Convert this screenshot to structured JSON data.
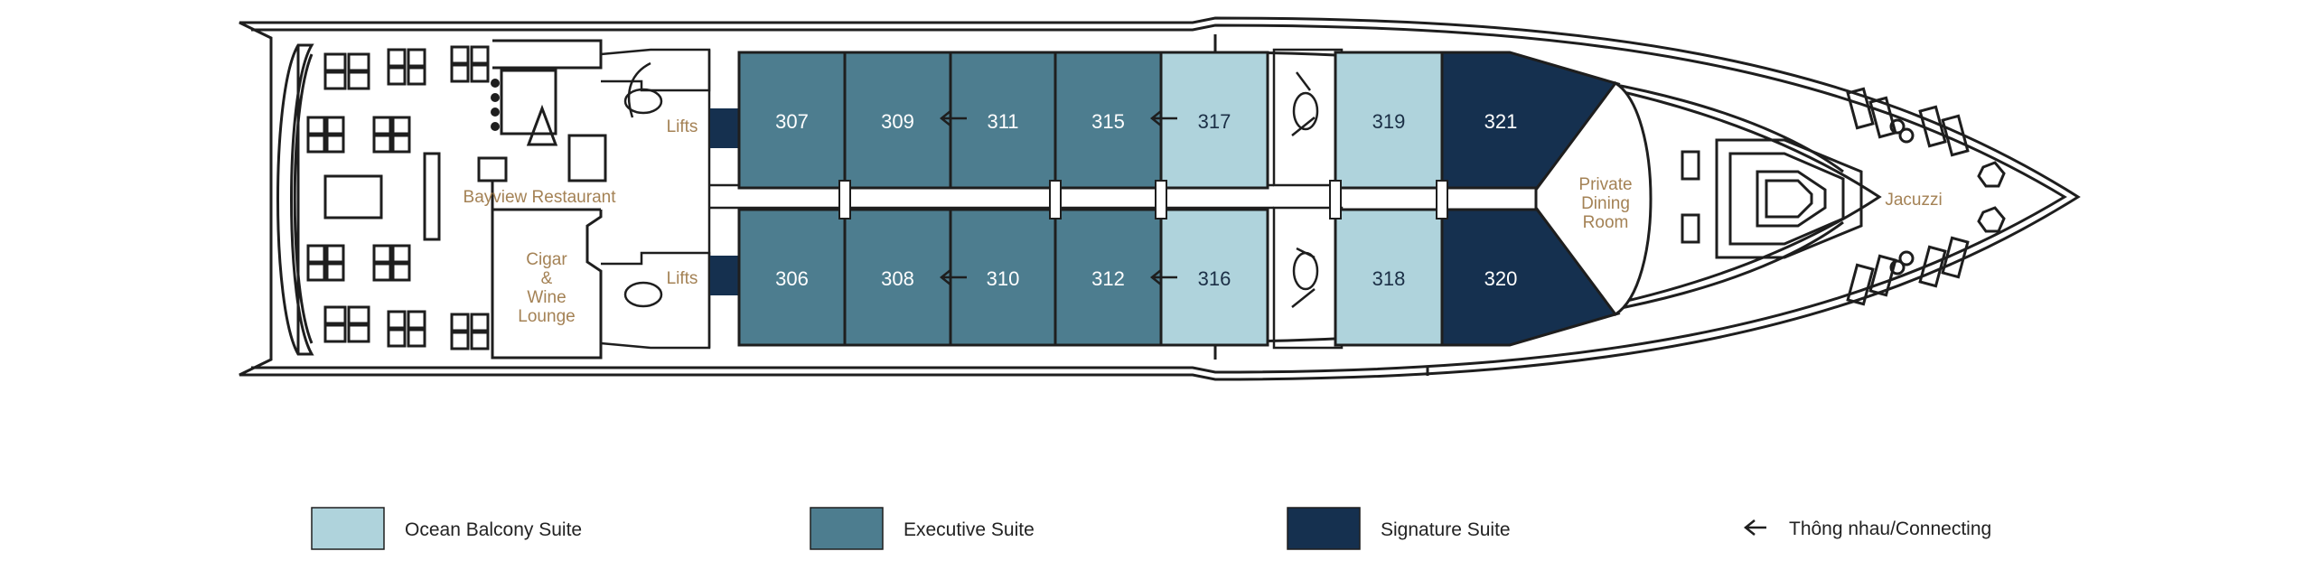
{
  "colors": {
    "ocean_balcony": "#afd3dc",
    "executive": "#4d7d8f",
    "signature": "#15304f",
    "outline": "#1e1e1e",
    "label_gold": "#a48255",
    "background": "#ffffff"
  },
  "cabins": {
    "top": [
      {
        "number": "307",
        "category": "executive"
      },
      {
        "number": "309",
        "category": "executive"
      },
      {
        "number": "311",
        "category": "executive"
      },
      {
        "number": "315",
        "category": "executive"
      },
      {
        "number": "317",
        "category": "ocean_balcony"
      },
      {
        "number": "319",
        "category": "ocean_balcony"
      },
      {
        "number": "321",
        "category": "signature"
      }
    ],
    "bottom": [
      {
        "number": "306",
        "category": "executive"
      },
      {
        "number": "308",
        "category": "executive"
      },
      {
        "number": "310",
        "category": "executive"
      },
      {
        "number": "312",
        "category": "executive"
      },
      {
        "number": "316",
        "category": "ocean_balcony"
      },
      {
        "number": "318",
        "category": "ocean_balcony"
      },
      {
        "number": "320",
        "category": "signature"
      }
    ]
  },
  "areas": {
    "lifts_top": "Lifts",
    "lifts_bottom": "Lifts",
    "restaurant": "Bayview Restaurant",
    "cigar_lounge": [
      "Cigar",
      "&",
      "Wine",
      "Lounge"
    ],
    "private_dining": [
      "Private",
      "Dining",
      "Room"
    ],
    "jacuzzi": "Jacuzzi"
  },
  "legend": {
    "ocean_balcony": "Ocean Balcony Suite",
    "executive": "Executive Suite",
    "signature": "Signature Suite",
    "connecting": "Thông nhau/Connecting",
    "connecting_icon": "arrow-left-icon"
  }
}
